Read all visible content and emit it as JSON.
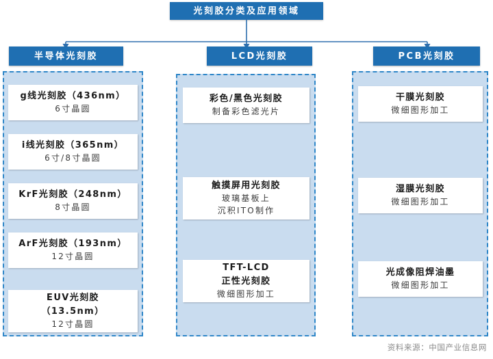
{
  "title": "光刻胶分类及应用领域",
  "theme": {
    "header_blue": "#1F6FB2",
    "panel_fill": "#C9DCEF",
    "panel_border": "#2E86C8",
    "card_bg": "#FFFFFF",
    "footer_gray": "#8A8A8A"
  },
  "columns": [
    {
      "header": "半导体光刻胶",
      "cards": [
        {
          "line1": "g线光刻胶（436nm）",
          "line2": "6寸晶圆"
        },
        {
          "line1": "i线光刻胶（365nm）",
          "line2": "6寸/8寸晶圆"
        },
        {
          "line1": "KrF光刻胶（248nm）",
          "line2": "8寸晶圆"
        },
        {
          "line1": "ArF光刻胶（193nm）",
          "line2": "12寸晶圆"
        },
        {
          "line1": "EUV光刻胶",
          "line2": "（13.5nm）",
          "line2_bold": true,
          "line3": "12寸晶圆"
        }
      ]
    },
    {
      "header": "LCD光刻胶",
      "cards": [
        {
          "line1": "彩色/黑色光刻胶",
          "line2": "制备彩色滤光片"
        },
        {
          "line1": "触摸屏用光刻胶",
          "line2": "玻璃基板上",
          "line3": "沉积ITO制作"
        },
        {
          "line1": "TFT-LCD",
          "line2": "正性光刻胶",
          "line2_bold": true,
          "line3": "微细图形加工"
        }
      ]
    },
    {
      "header": "PCB光刻胶",
      "cards": [
        {
          "line1": "干膜光刻胶",
          "line2": "微细图形加工"
        },
        {
          "line1": "湿膜光刻胶",
          "line2": "微细图形加工"
        },
        {
          "line1": "光成像阻焊油墨",
          "line2": "微细图形加工"
        }
      ]
    }
  ],
  "footer": "资料来源：中国产业信息网"
}
